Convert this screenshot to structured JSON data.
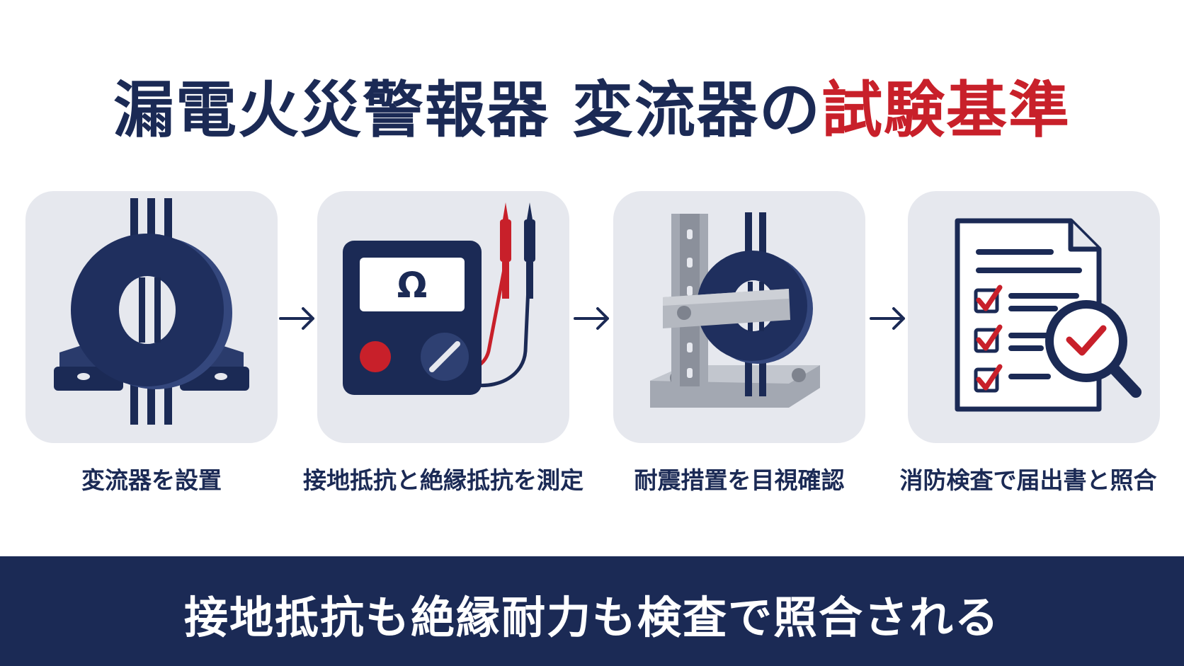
{
  "title": {
    "main": "漏電火災警報器 変流器の",
    "accent": "試験基準"
  },
  "colors": {
    "navy": "#1b2a55",
    "red": "#c8202a",
    "panel": "#e6e8ee",
    "steel": "#a3a8b2"
  },
  "steps": [
    {
      "icon": "current-transformer-icon",
      "label": "変流器を設置"
    },
    {
      "icon": "multimeter-icon",
      "label": "接地抵抗と絶縁抵抗を測定"
    },
    {
      "icon": "seismic-mount-icon",
      "label": "耐震措置を目視確認"
    },
    {
      "icon": "document-check-icon",
      "label": "消防検査で届出書と照合"
    }
  ],
  "meter": {
    "symbol": "Ω"
  },
  "banner": {
    "text": "接地抵抗も絶縁耐力も検査で照合される"
  }
}
